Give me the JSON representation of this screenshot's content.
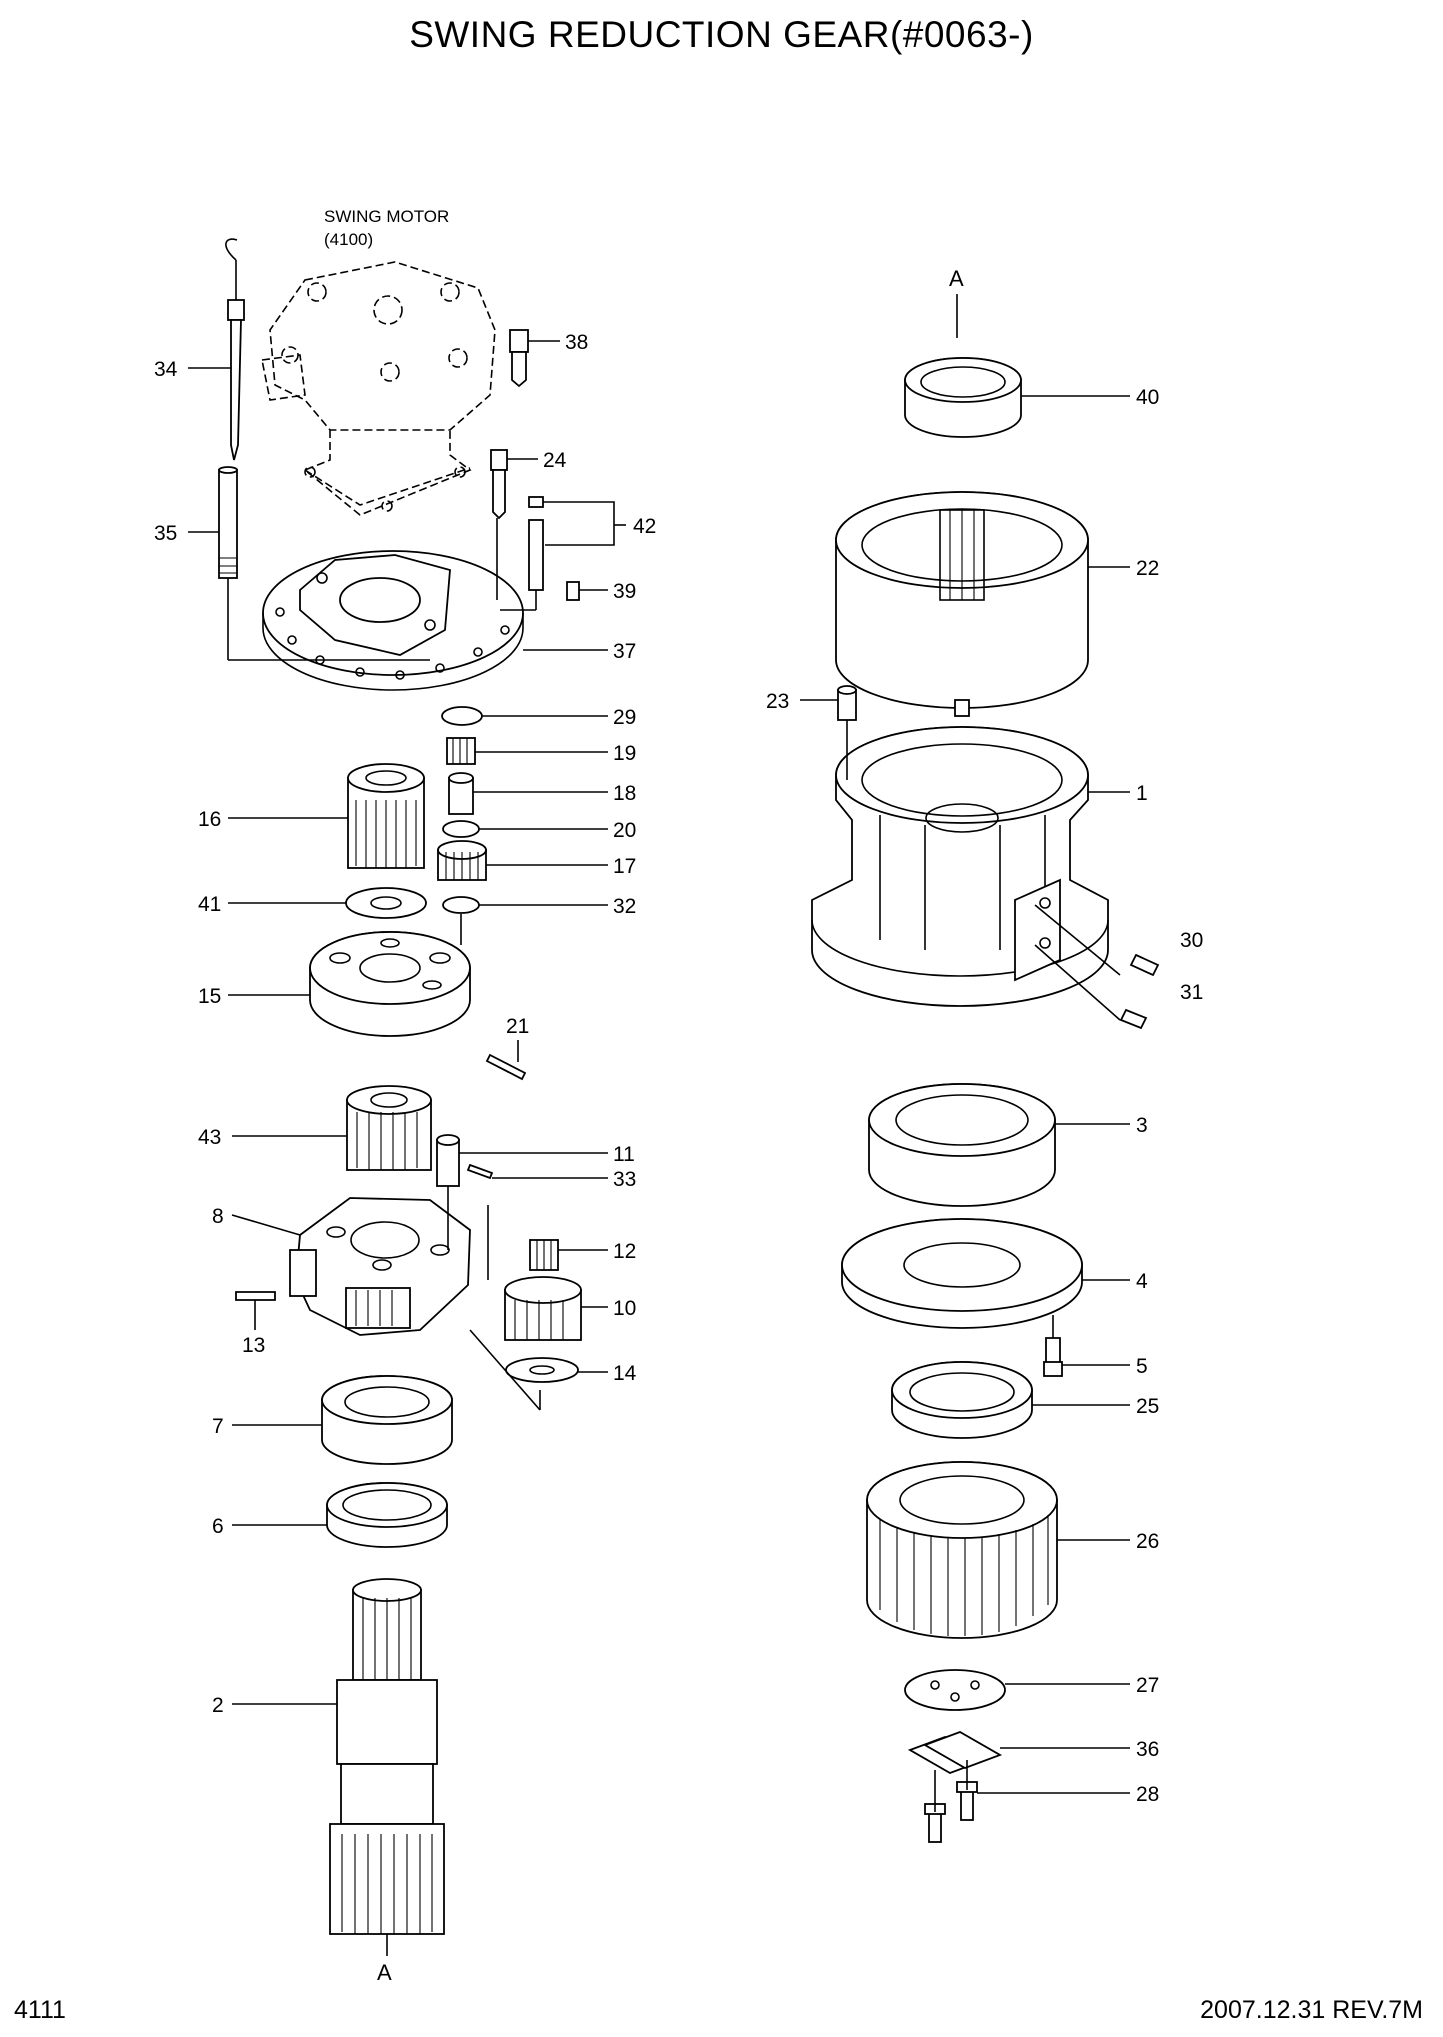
{
  "title": "SWING REDUCTION GEAR(#0063-)",
  "page_number": "4111",
  "revision": "2007.12.31  REV.7M",
  "motor_label": {
    "name": "SWING MOTOR",
    "ref": "(4100)"
  },
  "section_markers": {
    "top": "A",
    "bottom": "A"
  },
  "callouts": [
    "34",
    "35",
    "38",
    "24",
    "42",
    "39",
    "37",
    "29",
    "19",
    "18",
    "16",
    "20",
    "17",
    "41",
    "32",
    "15",
    "21",
    "43",
    "11",
    "33",
    "8",
    "12",
    "10",
    "13",
    "14",
    "7",
    "6",
    "2",
    "40",
    "22",
    "23",
    "1",
    "30",
    "31",
    "3",
    "4",
    "5",
    "25",
    "26",
    "27",
    "36",
    "28"
  ]
}
